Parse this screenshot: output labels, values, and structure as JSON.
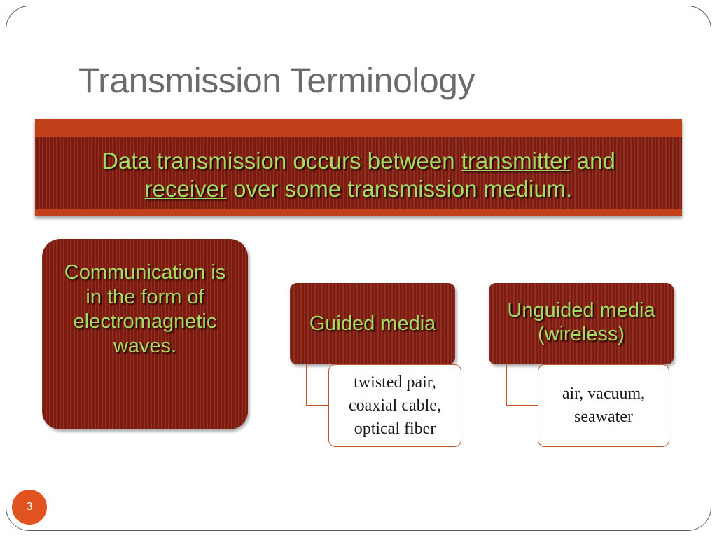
{
  "slide": {
    "title": "Transmission Terminology",
    "banner": {
      "part1": "Data transmission occurs between ",
      "term1": "transmitter",
      "part2": " and ",
      "term2": "receiver",
      "part3": " over some transmission medium."
    },
    "communication_box": "Communication is in the form of electromagnetic waves.",
    "guided": {
      "label": "Guided media",
      "examples": "twisted pair, coaxial cable, optical fiber"
    },
    "unguided": {
      "label": "Unguided media (wireless)",
      "examples": "air, vacuum, seawater"
    },
    "page_number": "3",
    "colors": {
      "banner_dark": "#7e1a0e",
      "banner_accent": "#c2411b",
      "text_green": "#a6db63",
      "page_badge": "#e0531f"
    }
  }
}
